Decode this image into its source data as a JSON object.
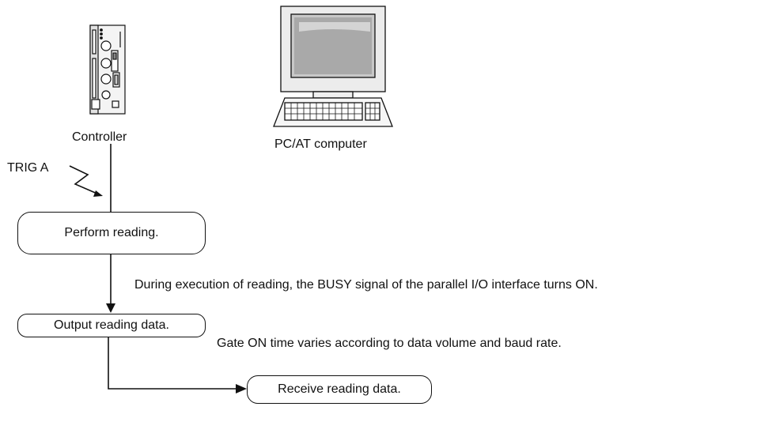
{
  "devices": {
    "controller": {
      "label": "Controller",
      "icon": "controller-icon"
    },
    "pc": {
      "label": "PC/AT computer",
      "icon": "pc-computer-icon"
    }
  },
  "trigger": {
    "label": "TRIG A",
    "icon": "lightning-icon"
  },
  "steps": {
    "perform_reading": "Perform reading.",
    "output_reading_data": "Output reading data.",
    "receive_reading_data": "Receive reading data."
  },
  "notes": {
    "busy_signal": "During execution of reading, the BUSY signal of the parallel I/O interface turns ON.",
    "gate_on_time": "Gate ON time varies according to data volume and baud rate."
  }
}
